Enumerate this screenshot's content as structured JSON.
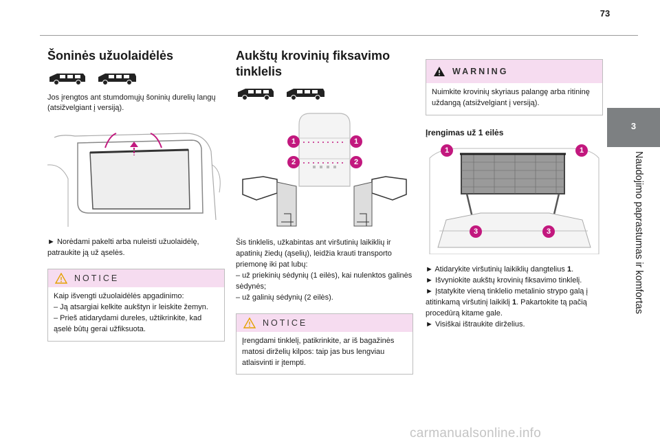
{
  "page": {
    "number": "73",
    "chapter_number": "3",
    "chapter_title": "Naudojimo paprastumas ir komfortas"
  },
  "col1": {
    "title": "Šoninės užuolaidėlės",
    "intro": "Jos įrengtos ant stumdomųjų šoninių durelių langų (atsižvelgiant į versiją).",
    "step": "► Norėdami pakelti arba nuleisti užuolaidėlę, patraukite ją už ąselės.",
    "notice": {
      "label": "NOTICE",
      "intro": "Kaip išvengti užuolaidėlės apgadinimo:",
      "item1": "–  Ją atsargiai kelkite aukštyn ir leiskite žemyn.",
      "item2": "–  Prieš atidarydami dureles, užtikrinkite, kad ąselė būtų gerai užfiksuota."
    }
  },
  "col2": {
    "title": "Aukštų krovinių fiksavimo tinklelis",
    "intro": "Šis tinklelis, užkabintas ant viršutinių laikiklių ir apatinių žiedų (ąselių), leidžia krauti transporto priemonę iki pat lubų:",
    "item1": "–  už priekinių sėdynių (1 eilės), kai nulenktos galinės sėdynės;",
    "item2": "–  už galinių sėdynių (2 eilės).",
    "markers": [
      "1",
      "1",
      "2",
      "2"
    ],
    "notice": {
      "label": "NOTICE",
      "text": "Įrengdami tinklelį, patikrinkite, ar iš bagažinės matosi dirželių kilpos: taip jas bus lengviau atlaisvinti ir įtempti."
    }
  },
  "col3": {
    "warning": {
      "label": "WARNING",
      "text": "Nuimkite krovinių skyriaus palangę arba ritininę uždangą (atsižvelgiant į versiją)."
    },
    "subtitle": "Įrengimas už 1 eilės",
    "markers": [
      "1",
      "1",
      "3",
      "3"
    ],
    "step1_a": "► Atidarykite viršutinių laikiklių dangtelius ",
    "step1_b": "1",
    "step1_c": ".",
    "step2": "► Išvyniokite aukštų krovinių fiksavimo tinklelį.",
    "step3_a": "► Įstatykite vieną tinklelio metalinio strypo galą į atitinkamą viršutinį laikiklį ",
    "step3_b": "1",
    "step3_c": ". Pakartokite tą pačią procedūrą kitame gale.",
    "step4": "► Visiškai ištraukite dirželius."
  },
  "colors": {
    "marker": "#c2187e",
    "notice_bg": "#f6dcf0",
    "tab": "#7d8082"
  },
  "watermark": "carmanualsonline.info"
}
